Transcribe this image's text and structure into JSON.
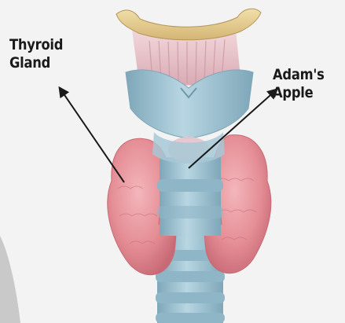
{
  "labels": {
    "thyroid_gland": {
      "line1": "Thyroid",
      "line2": "Gland"
    },
    "adams_apple": {
      "line1": "Adam's",
      "line2": "Apple"
    }
  },
  "colors": {
    "background": "#f3f3f3",
    "hyoid_bone": "#e6cd8f",
    "cartilage": "#9fc3d3",
    "cartilage_shadow": "#7ea7b9",
    "thyroid_tissue": "#e58e96",
    "thyroid_shadow": "#c86a75",
    "pharynx_muscle": "#e9c4cc",
    "arrow": "#1a1a1a"
  },
  "icons": {
    "illustration": "thyroid-larynx-anatomy"
  }
}
